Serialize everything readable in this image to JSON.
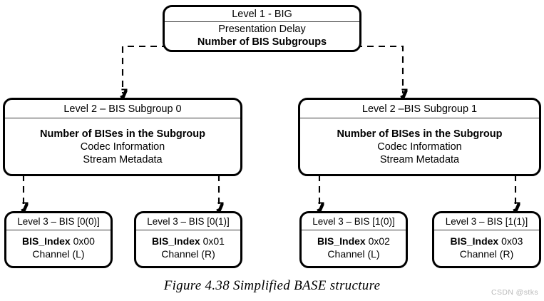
{
  "figure": {
    "caption": "Figure 4.38  Simplified BASE structure",
    "watermark": "CSDN @stks"
  },
  "colors": {
    "background": "#ffffff",
    "stroke": "#000000",
    "header_rule": "#3a3a3a",
    "watermark": "#b9b9b9"
  },
  "level1": {
    "header": "Level 1 - BIG",
    "rows": [
      {
        "text": "Presentation Delay",
        "bold": false
      },
      {
        "text": "Number of BIS Subgroups",
        "bold": true
      }
    ]
  },
  "level2": [
    {
      "header": "Level 2 – BIS Subgroup 0",
      "rows": [
        {
          "text": "Number of BISes in the Subgroup",
          "bold": true
        },
        {
          "text": "Codec Information",
          "bold": false
        },
        {
          "text": "Stream Metadata",
          "bold": false
        }
      ]
    },
    {
      "header": "Level 2 –BIS Subgroup 1",
      "rows": [
        {
          "text": "Number of BISes in the Subgroup",
          "bold": true
        },
        {
          "text": "Codec Information",
          "bold": false
        },
        {
          "text": "Stream Metadata",
          "bold": false
        }
      ]
    }
  ],
  "level3": [
    {
      "header": "Level 3 – BIS [0(0)]",
      "index_label": "BIS_Index",
      "index_value": "0x00",
      "channel": "Channel (L)"
    },
    {
      "header": "Level 3 – BIS [0(1)]",
      "index_label": "BIS_Index",
      "index_value": "0x01",
      "channel": "Channel (R)"
    },
    {
      "header": "Level 3 – BIS [1(0)]",
      "index_label": "BIS_Index",
      "index_value": "0x02",
      "channel": "Channel (L)"
    },
    {
      "header": "Level 3 – BIS [1(1)]",
      "index_label": "BIS_Index",
      "index_value": "0x03",
      "channel": "Channel (R)"
    }
  ],
  "connectors": [
    {
      "name": "big-to-subgroup-0",
      "style": "dashed",
      "arrow": true
    },
    {
      "name": "big-to-subgroup-1",
      "style": "dashed",
      "arrow": true
    },
    {
      "name": "subgroup-0-to-bis-00",
      "style": "dashed",
      "arrow": true
    },
    {
      "name": "subgroup-0-to-bis-01",
      "style": "dashed",
      "arrow": true
    },
    {
      "name": "subgroup-1-to-bis-10",
      "style": "dashed",
      "arrow": true
    },
    {
      "name": "subgroup-1-to-bis-11",
      "style": "dashed",
      "arrow": true
    }
  ]
}
